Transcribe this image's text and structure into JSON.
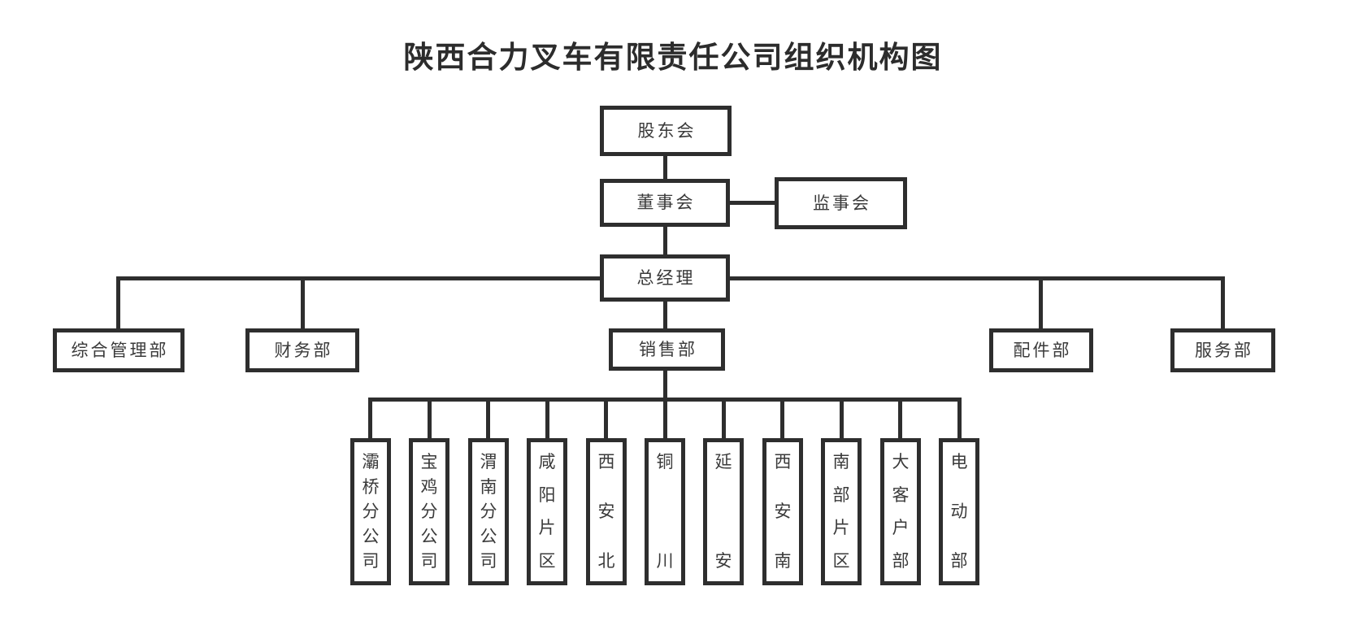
{
  "title": "陕西合力叉车有限责任公司组织机构图",
  "chart": {
    "shareholders": {
      "label": "股东会"
    },
    "board": {
      "label": "董事会"
    },
    "supervisory_board": {
      "label": "监事会"
    },
    "general_manager": {
      "label": "总经理"
    },
    "departments": [
      {
        "label": "综合管理部"
      },
      {
        "label": "财务部"
      },
      {
        "label": "销售部"
      },
      {
        "label": "配件部"
      },
      {
        "label": "服务部"
      }
    ],
    "sales_branches": [
      {
        "label": "灞桥分公司"
      },
      {
        "label": "宝鸡分公司"
      },
      {
        "label": "渭南分公司"
      },
      {
        "label": "咸阳片区"
      },
      {
        "label": "西安北"
      },
      {
        "label": "铜川"
      },
      {
        "label": "延安"
      },
      {
        "label": "西安南"
      },
      {
        "label": "南部片区"
      },
      {
        "label": "大客户部"
      },
      {
        "label": "电动部"
      }
    ]
  },
  "colors": {
    "line": "#2e2e2e",
    "text": "#3a3a3a",
    "title": "#2c2c2c",
    "background": "#ffffff"
  }
}
